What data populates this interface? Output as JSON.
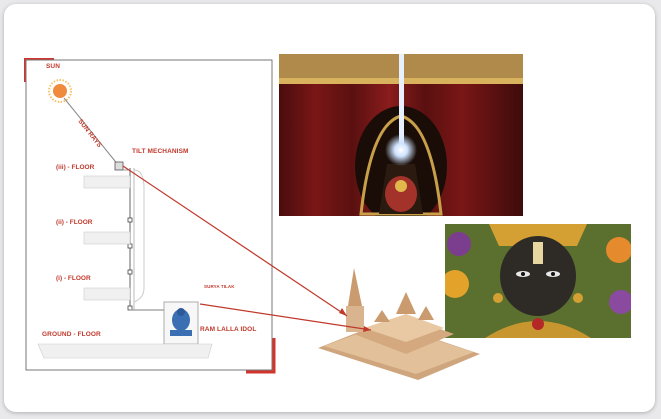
{
  "diagram": {
    "labels": {
      "sun": "SUN",
      "sun_rays": "SUN RAYS",
      "tilt_mechanism": "TILT MECHANISM",
      "floor_3": "(iii)  - FLOOR",
      "floor_2": "(ii)   - FLOOR",
      "floor_1": "(i)    - FLOOR",
      "ground_floor": "GROUND - FLOOR",
      "surya_tilak": "SURYA TILAK",
      "ram_lalla_idol": "RAM LALLA IDOL"
    }
  },
  "colors": {
    "accent": "#c0392b",
    "frame_red": "#d0342c",
    "temple": "#d9b48f",
    "curtain": "#7a1616",
    "idol_face": "#2e2a26"
  },
  "images": {
    "photo_top": "sun-ray-on-idol-photo",
    "photo_right": "ram-lalla-idol-closeup-photo",
    "temple_model": "temple-3d-model"
  }
}
